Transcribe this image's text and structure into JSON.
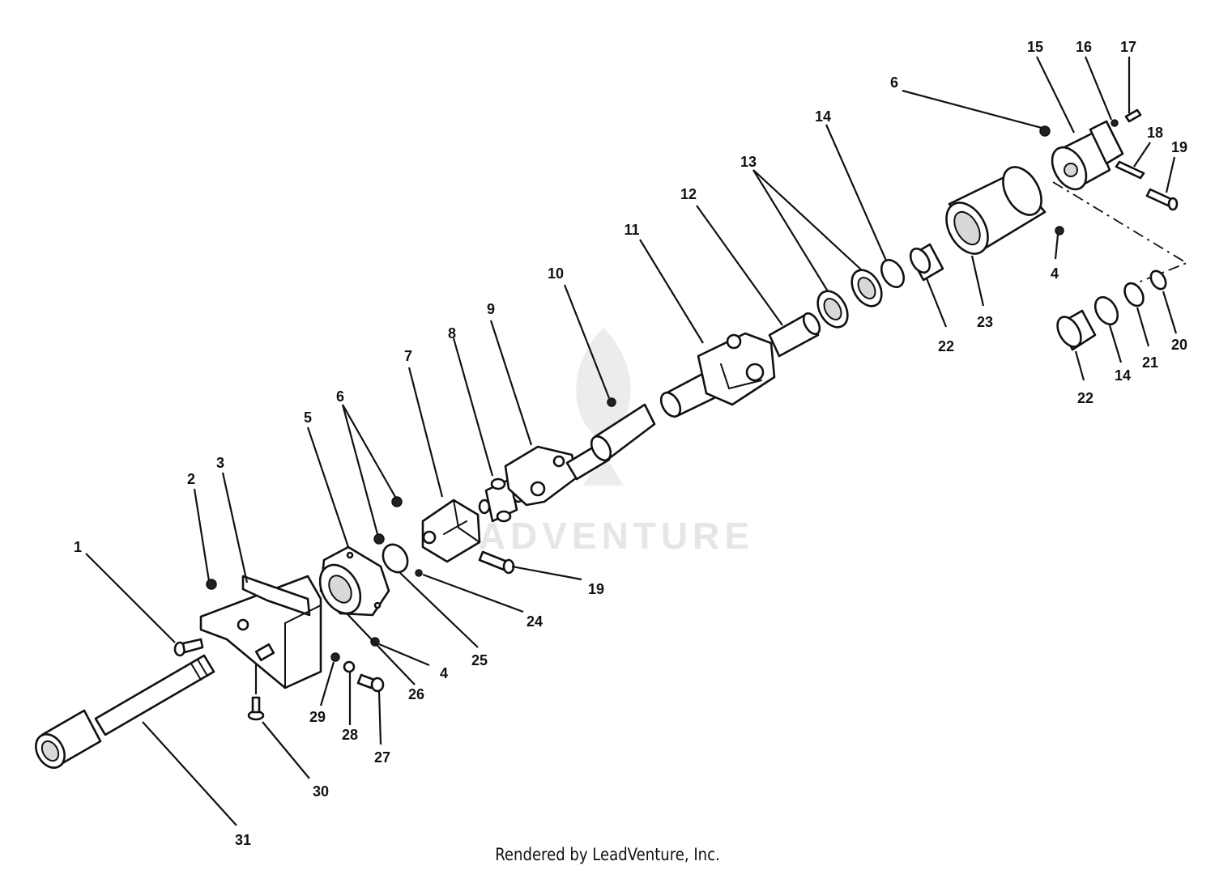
{
  "diagram": {
    "watermark": "LEADVENTURE",
    "footer": "Rendered by LeadVenture, Inc.",
    "callouts": [
      {
        "id": "c1",
        "label": "1"
      },
      {
        "id": "c2",
        "label": "2"
      },
      {
        "id": "c3",
        "label": "3"
      },
      {
        "id": "c4a",
        "label": "4"
      },
      {
        "id": "c4b",
        "label": "4"
      },
      {
        "id": "c5",
        "label": "5"
      },
      {
        "id": "c6a",
        "label": "6"
      },
      {
        "id": "c6b",
        "label": "6"
      },
      {
        "id": "c7",
        "label": "7"
      },
      {
        "id": "c8",
        "label": "8"
      },
      {
        "id": "c9",
        "label": "9"
      },
      {
        "id": "c10",
        "label": "10"
      },
      {
        "id": "c11",
        "label": "11"
      },
      {
        "id": "c12",
        "label": "12"
      },
      {
        "id": "c13",
        "label": "13"
      },
      {
        "id": "c14a",
        "label": "14"
      },
      {
        "id": "c14b",
        "label": "14"
      },
      {
        "id": "c15",
        "label": "15"
      },
      {
        "id": "c16",
        "label": "16"
      },
      {
        "id": "c17",
        "label": "17"
      },
      {
        "id": "c18",
        "label": "18"
      },
      {
        "id": "c19a",
        "label": "19"
      },
      {
        "id": "c19b",
        "label": "19"
      },
      {
        "id": "c20",
        "label": "20"
      },
      {
        "id": "c21",
        "label": "21"
      },
      {
        "id": "c22a",
        "label": "22"
      },
      {
        "id": "c22b",
        "label": "22"
      },
      {
        "id": "c23",
        "label": "23"
      },
      {
        "id": "c24",
        "label": "24"
      },
      {
        "id": "c25",
        "label": "25"
      },
      {
        "id": "c26",
        "label": "26"
      },
      {
        "id": "c27",
        "label": "27"
      },
      {
        "id": "c28",
        "label": "28"
      },
      {
        "id": "c29",
        "label": "29"
      },
      {
        "id": "c30",
        "label": "30"
      },
      {
        "id": "c31",
        "label": "31"
      }
    ]
  }
}
